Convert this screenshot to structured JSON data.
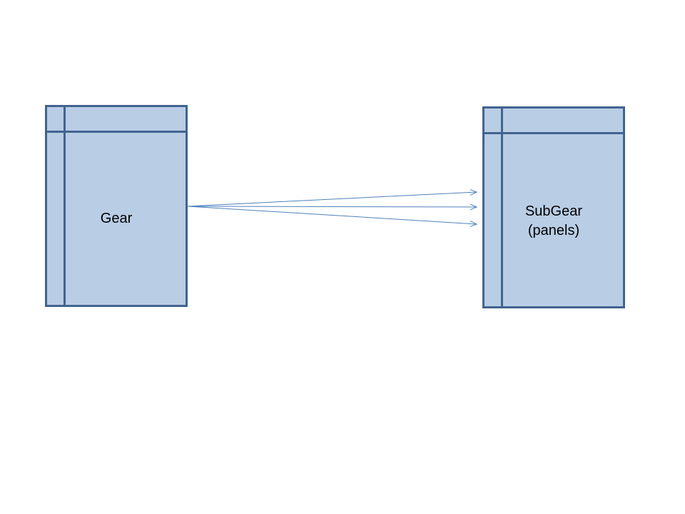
{
  "diagram": {
    "nodes": [
      {
        "id": "gear",
        "lines": [
          "Gear"
        ]
      },
      {
        "id": "subgear",
        "lines": [
          "SubGear",
          "(panels)"
        ]
      }
    ],
    "edges": [
      {
        "from": "gear",
        "to": "subgear"
      },
      {
        "from": "gear",
        "to": "subgear"
      },
      {
        "from": "gear",
        "to": "subgear"
      }
    ]
  },
  "colors": {
    "box_fill": "#b9cde5",
    "box_border": "#41638f",
    "arrow": "#4f81bd",
    "text": "#000000"
  }
}
